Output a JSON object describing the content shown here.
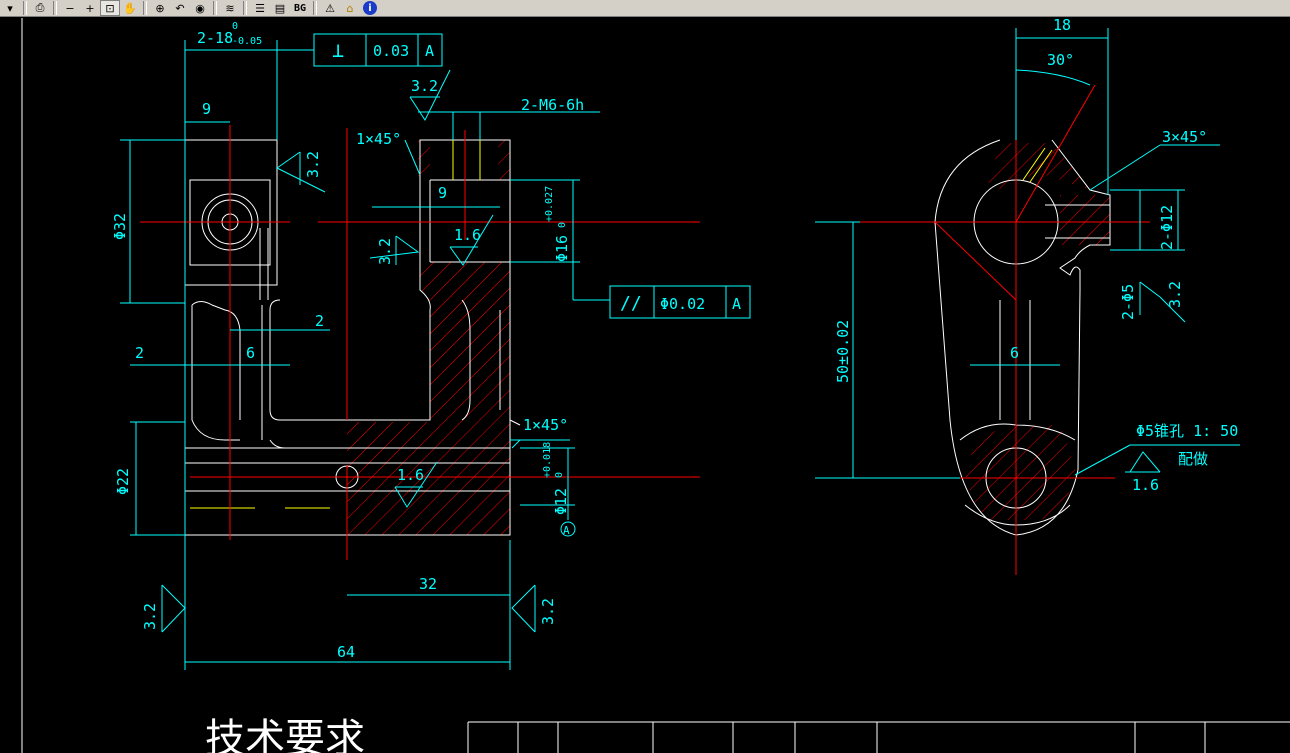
{
  "toolbar": {
    "buttons": [
      {
        "name": "menu-dropdown",
        "icon": "▾"
      },
      {
        "name": "print",
        "icon": "⎙"
      },
      {
        "name": "zoom-out",
        "icon": "−"
      },
      {
        "name": "zoom-in",
        "icon": "+"
      },
      {
        "name": "zoom-window",
        "icon": "⊡"
      },
      {
        "name": "pan",
        "icon": "✋"
      },
      {
        "name": "zoom-extents",
        "icon": "⊕"
      },
      {
        "name": "zoom-previous",
        "icon": "↶"
      },
      {
        "name": "view-eye",
        "icon": "◉"
      },
      {
        "name": "layers",
        "icon": "≋"
      },
      {
        "name": "layer-list",
        "icon": "☰"
      },
      {
        "name": "model-space",
        "icon": "▤"
      },
      {
        "name": "background",
        "icon": "BG"
      },
      {
        "name": "warning",
        "icon": "⚠"
      },
      {
        "name": "home",
        "icon": "⌂"
      },
      {
        "name": "info",
        "icon": "i"
      }
    ]
  },
  "drawing": {
    "front": {
      "dim_2x18": "2-18",
      "dim_2x18_tol_upper": "0",
      "dim_2x18_tol_lower": "-0.05",
      "perp_tol_value": "0.03",
      "perp_tol_datum": "A",
      "dim_9_top": "9",
      "dim_phi32": "Φ32",
      "dim_2_right": "2",
      "dim_2_left": "2",
      "dim_6": "6",
      "dim_phi22": "Φ22",
      "rough_32_a": "3.2",
      "rough_32_b": "3.2",
      "rough_32_c": "3.2",
      "rough_32_d": "3.2",
      "rough_32_e": "3.2",
      "chamfer_top": "1×45°",
      "thread": "2-M6-6h",
      "dim_9_mid": "9",
      "rough_16_a": "1.6",
      "dim_phi16": "Φ16",
      "dim_phi16_tol": "+0.027",
      "dim_phi16_tol_lower": "0",
      "par_tol_value": "Φ0.02",
      "par_tol_datum": "A",
      "chamfer_bottom": "1×45°",
      "rough_16_b": "1.6",
      "dim_phi12": "Φ12",
      "dim_phi12_tol": "+0.018",
      "dim_phi12_tol_lower": "0",
      "datum_a": "A",
      "dim_32": "32",
      "dim_64": "64"
    },
    "side": {
      "dim_18": "18",
      "dim_30deg": "30°",
      "chamfer": "3×45°",
      "dim_2phi12": "2-Φ12",
      "dim_2phi5": "2-Φ5",
      "rough_32": "3.2",
      "dim_6": "6",
      "dim_50": "50±0.02",
      "taper_hole": "Φ5锥孔 1: 50",
      "taper_note": "配做",
      "rough_16": "1.6"
    },
    "tech_req": "技术要求"
  },
  "colors": {
    "cyan": "#00ffff",
    "white": "#ffffff",
    "red": "#ff0000",
    "yellow": "#ffff00",
    "background": "#000000"
  }
}
